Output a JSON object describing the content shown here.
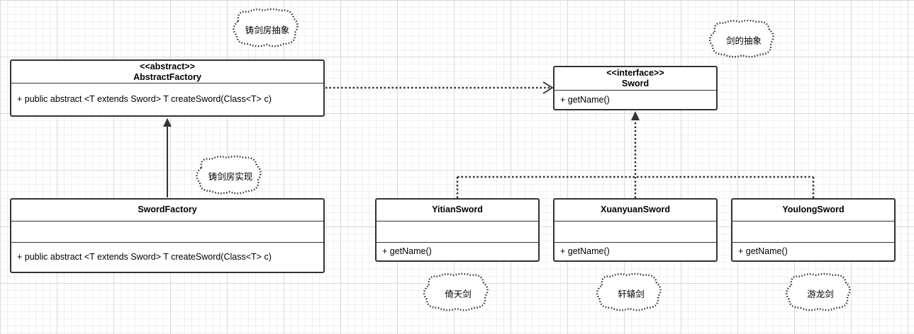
{
  "classes": {
    "abstract_factory": {
      "stereotype": "<<abstract>>",
      "name": "AbstractFactory",
      "operation": "+ public abstract <T extends Sword> T createSword(Class<T> c)"
    },
    "sword_factory": {
      "name": "SwordFactory",
      "operation": "+ public abstract <T extends Sword> T createSword(Class<T> c)"
    },
    "sword": {
      "stereotype": "<<interface>>",
      "name": "Sword",
      "operation": "+ getName()"
    },
    "yitian_sword": {
      "name": "YitianSword",
      "operation": "+ getName()"
    },
    "xuanyuan_sword": {
      "name": "XuanyuanSword",
      "operation": "+ getName()"
    },
    "youlong_sword": {
      "name": "YoulongSword",
      "operation": "+ getName()"
    }
  },
  "notes": {
    "factory_abstract": "铸剑房抽象",
    "sword_abstract": "剑的抽象",
    "factory_impl": "铸剑房实现",
    "yitian": "倚天剑",
    "xuanyuan": "轩辕剑",
    "youlong": "游龙剑"
  },
  "colors": {
    "line": "#333333"
  }
}
